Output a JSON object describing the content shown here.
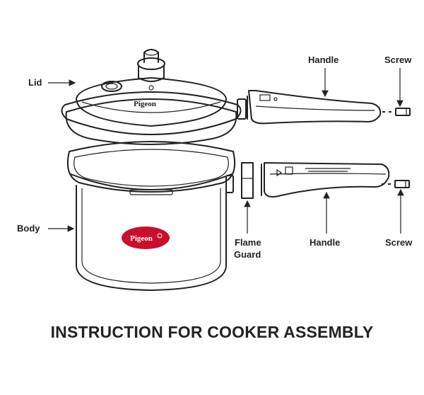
{
  "labels": {
    "lid": "Lid",
    "body": "Body",
    "handle_top": "Handle",
    "screw_top": "Screw",
    "flame_guard_line1": "Flame",
    "flame_guard_line2": "Guard",
    "handle_bottom": "Handle",
    "screw_bottom": "Screw"
  },
  "brand": {
    "lid_logo": "Pigeon",
    "body_logo": "Pigeon"
  },
  "title": "INSTRUCTION FOR COOKER ASSEMBLY",
  "colors": {
    "line": "#222222",
    "logo_red": "#c8102e",
    "background": "#ffffff"
  }
}
